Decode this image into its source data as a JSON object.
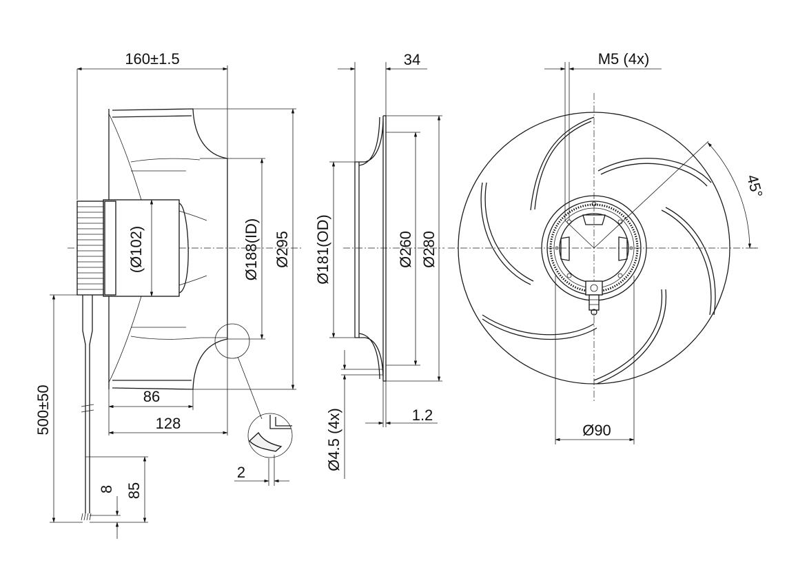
{
  "side_view": {
    "overall_length": "160±1.5",
    "length_86": "86",
    "length_128": "128",
    "motor_diameter": "(Ø102)",
    "inlet_id": "Ø188(ID)",
    "outer_diameter": "Ø295",
    "cable_length": "500±50",
    "strip_8": "8",
    "strip_85": "85",
    "wall_2": "2"
  },
  "ring_view": {
    "depth": "34",
    "od": "Ø181(OD)",
    "d260": "Ø260",
    "d280": "Ø280",
    "holes": "Ø4.5 (4x)",
    "thickness": "1.2"
  },
  "front_view": {
    "threads": "M5 (4x)",
    "angle": "45°",
    "bolt_circle": "Ø90"
  }
}
